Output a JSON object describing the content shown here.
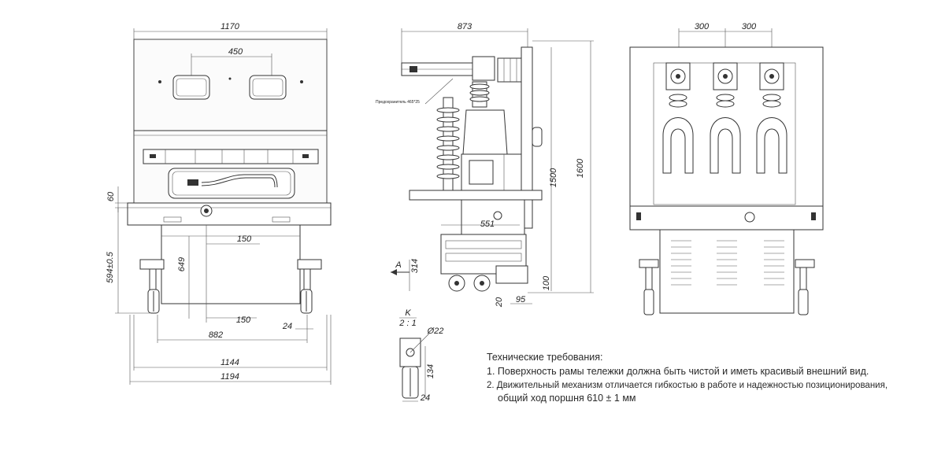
{
  "front_view": {
    "dim_width_top": "1170",
    "dim_window_gap": "450",
    "dim_height_upper": "60",
    "dim_height_total": "594±0.5",
    "dim_height_inner": "649",
    "dim_axle_offset": "150",
    "dim_wheel_offset": "150",
    "dim_wheel_width": "24",
    "dim_wheel_span": "882",
    "dim_frame_width": "1144",
    "dim_overall_width": "1194"
  },
  "side_view": {
    "dim_depth": "873",
    "arrester_label": "Предохранитель 465*25",
    "dim_height_1500": "1500",
    "dim_height_1600": "1600",
    "dim_551": "551",
    "dim_314": "314",
    "dim_100": "100",
    "dim_20": "20",
    "dim_95": "95",
    "view_arrow_label": "A"
  },
  "detail_view": {
    "title": "K",
    "scale": "2 : 1",
    "dim_diameter": "Ø22",
    "dim_height": "134",
    "dim_width": "24"
  },
  "rear_view": {
    "dim_phase_left": "300",
    "dim_phase_right": "300"
  },
  "notes": {
    "heading": "Технические требования:",
    "item_1": "1. Поверхность рамы тележки должна быть чистой и иметь красивый внешний вид.",
    "item_2": "2. Движительный механизм отличается гибкостью в работе и надежностью позиционирования,",
    "item_2_cont": "общий ход поршня 610 ± 1 мм"
  }
}
